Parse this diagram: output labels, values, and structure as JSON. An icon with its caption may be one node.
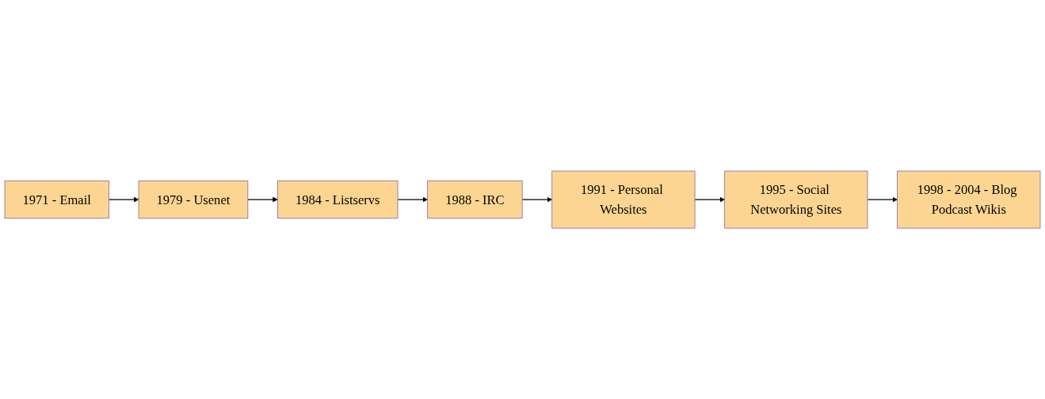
{
  "diagram": {
    "nodes": [
      {
        "text": [
          "1971 - Email"
        ]
      },
      {
        "text": [
          "1979 - Usenet"
        ]
      },
      {
        "text": [
          "1984 - Listservs"
        ]
      },
      {
        "text": [
          "1988 - IRC"
        ]
      },
      {
        "text": [
          "1991 - Personal Websites"
        ]
      },
      {
        "text": [
          "1995 - Social Networking Sites"
        ]
      },
      {
        "text": [
          "1998 - 2004 - Blog Podcast Wikis"
        ]
      }
    ],
    "edges": [
      {
        "from": 0,
        "to": 1,
        "arrow": "to"
      },
      {
        "from": 1,
        "to": 2,
        "arrow": "to"
      },
      {
        "from": 2,
        "to": 3,
        "arrow": "to"
      },
      {
        "from": 3,
        "to": 4,
        "arrow": "to"
      },
      {
        "from": 4,
        "to": 5,
        "arrow": "to"
      },
      {
        "from": 5,
        "to": 6,
        "arrow": "to"
      }
    ]
  }
}
